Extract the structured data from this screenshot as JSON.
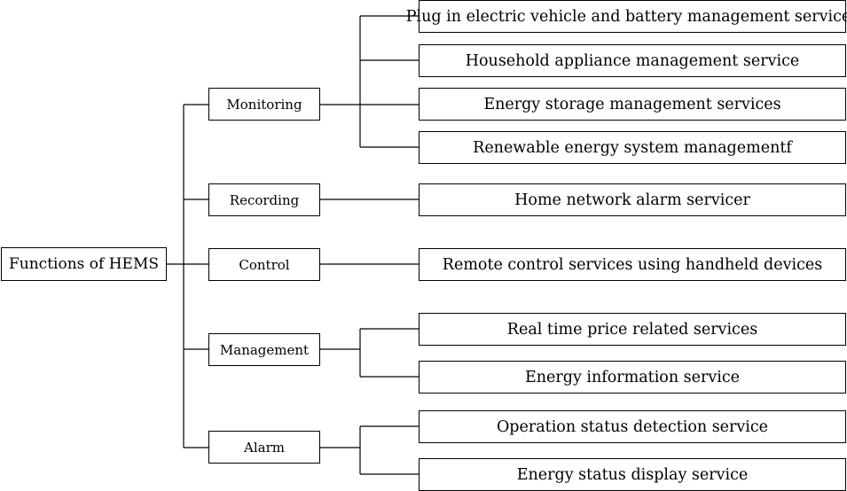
{
  "root": {
    "label": "Functions of HEMS"
  },
  "categories": [
    {
      "label": "Monitoring",
      "services": [
        "Plug in electric vehicle and battery management services",
        "Household appliance management service",
        "Energy storage management services",
        "Renewable energy system managementf"
      ]
    },
    {
      "label": "Recording",
      "services": [
        "Home network alarm servicer"
      ]
    },
    {
      "label": "Control",
      "services": [
        "Remote control services using handheld devices"
      ]
    },
    {
      "label": "Management",
      "services": [
        "Real time price related services",
        "Energy information service"
      ]
    },
    {
      "label": "Alarm",
      "services": [
        "Operation status detection service",
        "Energy status display service"
      ]
    }
  ]
}
